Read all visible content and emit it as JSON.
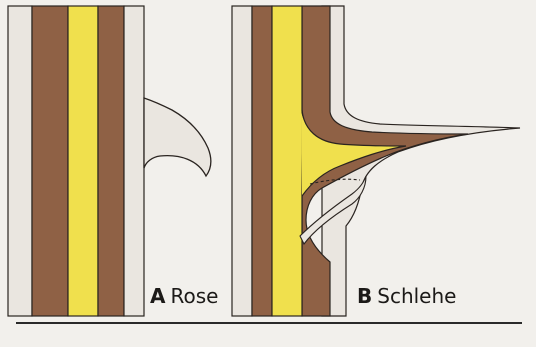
{
  "colors": {
    "paper": "#f2f0ec",
    "bark": "#eae6e0",
    "wood": "#8f6145",
    "pith": "#f0e04d",
    "outline": "#2a2420"
  },
  "panels": [
    {
      "letter": "A",
      "label": "Rose"
    },
    {
      "letter": "B",
      "label": "Schlehe"
    }
  ]
}
